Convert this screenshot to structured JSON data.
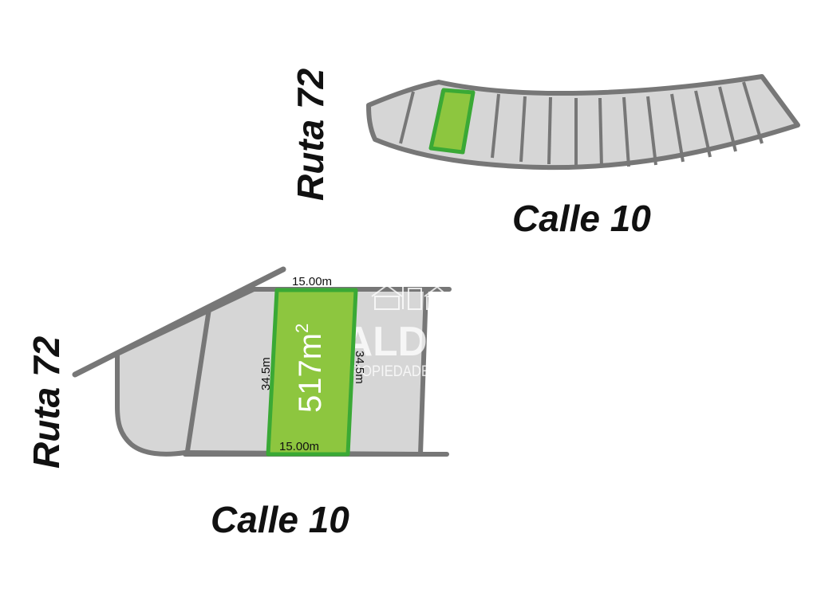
{
  "colors": {
    "lot_fill": "#d6d6d6",
    "lot_stroke": "#777777",
    "highlight_fill": "#8dc63f",
    "highlight_stroke": "#3aa935",
    "text": "#111111",
    "area_text": "#ffffff"
  },
  "overview_map": {
    "road_left": "Ruta 72",
    "road_bottom": "Calle 10",
    "lot_count": 14,
    "highlighted_lot_index": 2
  },
  "detail_map": {
    "road_left": "Ruta 72",
    "road_bottom": "Calle 10",
    "area": "517m",
    "area_unit_sup": "2",
    "dimensions": {
      "top": "15.00m",
      "bottom": "15.00m",
      "left": "34.5m",
      "right": "34.5m"
    }
  },
  "watermark": {
    "brand": "ALDI",
    "subtitle": "PROPIEDADES",
    "icon": "house-icon"
  }
}
